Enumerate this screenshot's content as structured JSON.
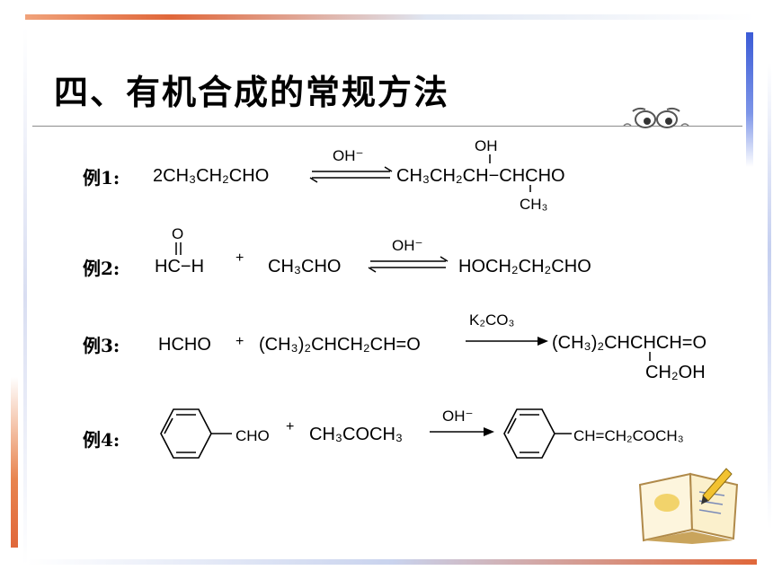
{
  "title": "四、有机合成的常规方法",
  "examples": [
    {
      "label": "例1:",
      "reactant": "2CH₃CH₂CHO",
      "condition": "OH⁻",
      "product_main": "CH₃CH₂CH−CHCHO",
      "product_top": "OH",
      "product_bottom": "CH₃"
    },
    {
      "label": "例2:",
      "r1_top": "O",
      "r1_main": "HC−H",
      "plus": "+",
      "r2": "CH₃CHO",
      "condition": "OH⁻",
      "product": "HOCH₂CH₂CHO"
    },
    {
      "label": "例3:",
      "r1": "HCHO",
      "plus": "+",
      "r2": "(CH₃)₂CHCH₂CH=O",
      "condition": "K₂CO₃",
      "product_main": "(CH₃)₂CHCHCH=O",
      "product_bottom": "CH₂OH"
    },
    {
      "label": "例4:",
      "r1_group": "CHO",
      "plus": "+",
      "r2": "CH₃COCH₃",
      "condition": "OH⁻",
      "product_group": "CH=CH₂COCH₃"
    }
  ],
  "icons": [
    "eyes-icon",
    "book-pencil-icon"
  ]
}
